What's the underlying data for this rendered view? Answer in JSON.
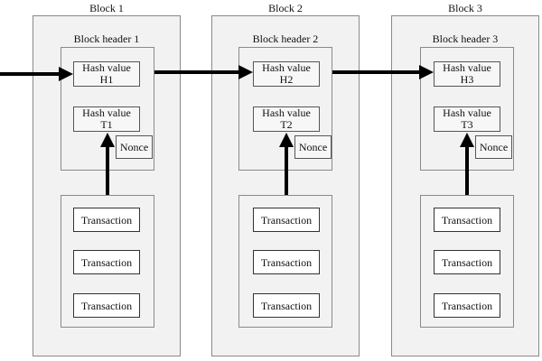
{
  "blocks": [
    {
      "title": "Block 1",
      "header_title": "Block header 1",
      "hash_h": {
        "line1": "Hash value",
        "line2": "H1"
      },
      "hash_t": {
        "line1": "Hash value",
        "line2": "T1"
      },
      "nonce": "Nonce",
      "transactions": [
        "Transaction",
        "Transaction",
        "Transaction"
      ]
    },
    {
      "title": "Block 2",
      "header_title": "Block header 2",
      "hash_h": {
        "line1": "Hash value",
        "line2": "H2"
      },
      "hash_t": {
        "line1": "Hash value",
        "line2": "T2"
      },
      "nonce": "Nonce",
      "transactions": [
        "Transaction",
        "Transaction",
        "Transaction"
      ]
    },
    {
      "title": "Block 3",
      "header_title": "Block header 3",
      "hash_h": {
        "line1": "Hash value",
        "line2": "H3"
      },
      "hash_t": {
        "line1": "Hash value",
        "line2": "T3"
      },
      "nonce": "Nonce",
      "transactions": [
        "Transaction",
        "Transaction",
        "Transaction"
      ]
    }
  ]
}
